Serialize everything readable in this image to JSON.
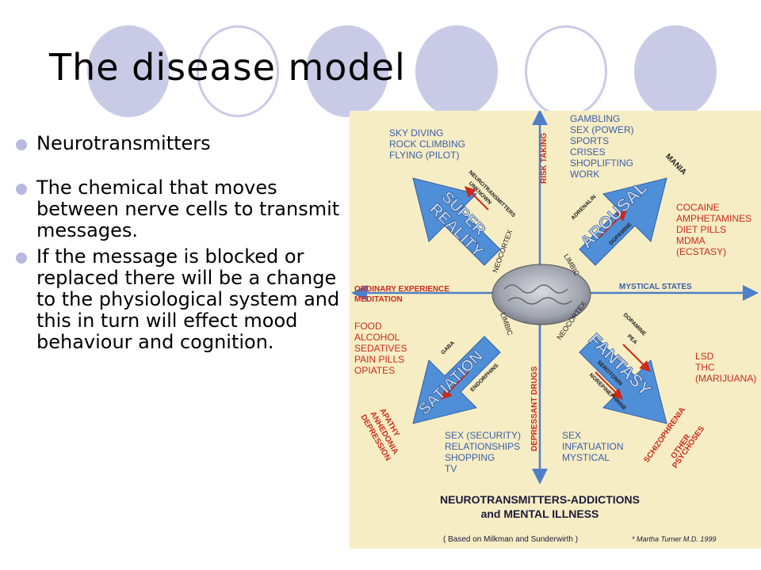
{
  "slide": {
    "title": "The disease model",
    "bullets": [
      "Neurotransmitters",
      "The chemical that moves between nerve cells to transmit messages.",
      "If the message is blocked or replaced there will be a change to the physiological system  and this in turn will effect mood behaviour and cognition."
    ]
  },
  "diagram": {
    "colors": {
      "background": "#f7edc4",
      "arrow": "#4f8fd8",
      "label_red": "#cc2a1d",
      "label_blue": "#3a5ea8",
      "axis": "#4f7fc8"
    },
    "top_left_list": [
      "SKY DIVING",
      "ROCK CLIMBING",
      "FLYING (PILOT)"
    ],
    "top_right_list": [
      "GAMBLING",
      "SEX (POWER)",
      "SPORTS",
      "CRISES",
      "SHOPLIFTING",
      "WORK"
    ],
    "right_red_list": [
      "COCAINE",
      "AMPHETAMINES",
      "DIET PILLS",
      "MDMA",
      "(ECSTASY)"
    ],
    "lower_right_red_list": [
      "LSD",
      "THC",
      "(MARIJUANA)"
    ],
    "left_red_list": [
      "FOOD",
      "ALCOHOL",
      "SEDATIVES",
      "PAIN PILLS",
      "OPIATES"
    ],
    "bottom_left_list": [
      "SEX (SECURITY)",
      "RELATIONSHIPS",
      "SHOPPING",
      "TV"
    ],
    "bottom_right_list": [
      "SEX",
      "INFATUATION",
      "MYSTICAL"
    ],
    "quadrants": {
      "super_reality": {
        "label1": "SUPER",
        "label2": "REALITY",
        "nt": "NEUROTRANSMITTERS",
        "nt2": "UNKNOWN",
        "region": "NEOCORTEX"
      },
      "arousal": {
        "label": "AROUSAL",
        "nt": "ADRENALIN",
        "nt2": "DOPAMINE",
        "region": "LIMBIC"
      },
      "satiation": {
        "label": "SATIATION",
        "nt": "GABA",
        "nt2": "ENDORPHINS",
        "region": "LIMBIC"
      },
      "fantasy": {
        "label": "FANTASY",
        "nt": "DOPAMINE",
        "nt2": "PEA",
        "nt3": "SEROTONIN",
        "nt4": "NOREPINEPHRINE",
        "region": "NEOCORTEX"
      }
    },
    "axes": {
      "risk": "RISK TAKING",
      "depressant": "DEPRESSANT DRUGS",
      "mystical": "MYSTICAL STATES",
      "ordinary": "ORDINARY EXPERIENCE",
      "meditation": "MEDITATION"
    },
    "mania": "MANIA",
    "apathy": [
      "APATHY",
      "ANHEDONIA",
      "DEPRESSION"
    ],
    "schizo": [
      "SCHIZOPHRENIA",
      "OTHER",
      "PSYCHOSES"
    ],
    "footer_title1": "NEUROTRANSMITTERS-ADDICTIONS",
    "footer_title2": "and MENTAL ILLNESS",
    "footer_note": "( Based on Milkman and Sunderwirth )",
    "credit": "* Martha Turner M.D. 1999"
  }
}
